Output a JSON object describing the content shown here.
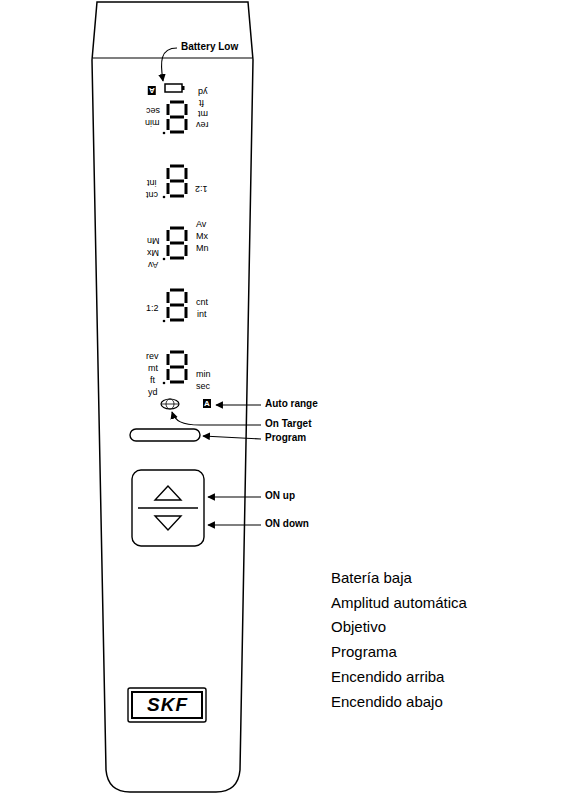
{
  "diagram": {
    "labels": [
      "Battery Low",
      "A",
      "yd",
      "ft",
      "mt",
      "rev",
      "sec",
      "min",
      "int",
      "cnt",
      "1:2",
      "Av",
      "Mx",
      "Mn",
      "Mn",
      "Mx",
      "Av",
      "cnt",
      "int",
      "1:2",
      "rev",
      "mt",
      "ft",
      "yd",
      "min",
      "sec",
      "A",
      "Auto range",
      "On Target",
      "Program",
      "ON up",
      "ON down",
      "SKF",
      "Batería baja",
      "Amplitud automática",
      "Objetivo",
      "Programa",
      "Encendido arriba",
      "Encendido abajo"
    ]
  }
}
